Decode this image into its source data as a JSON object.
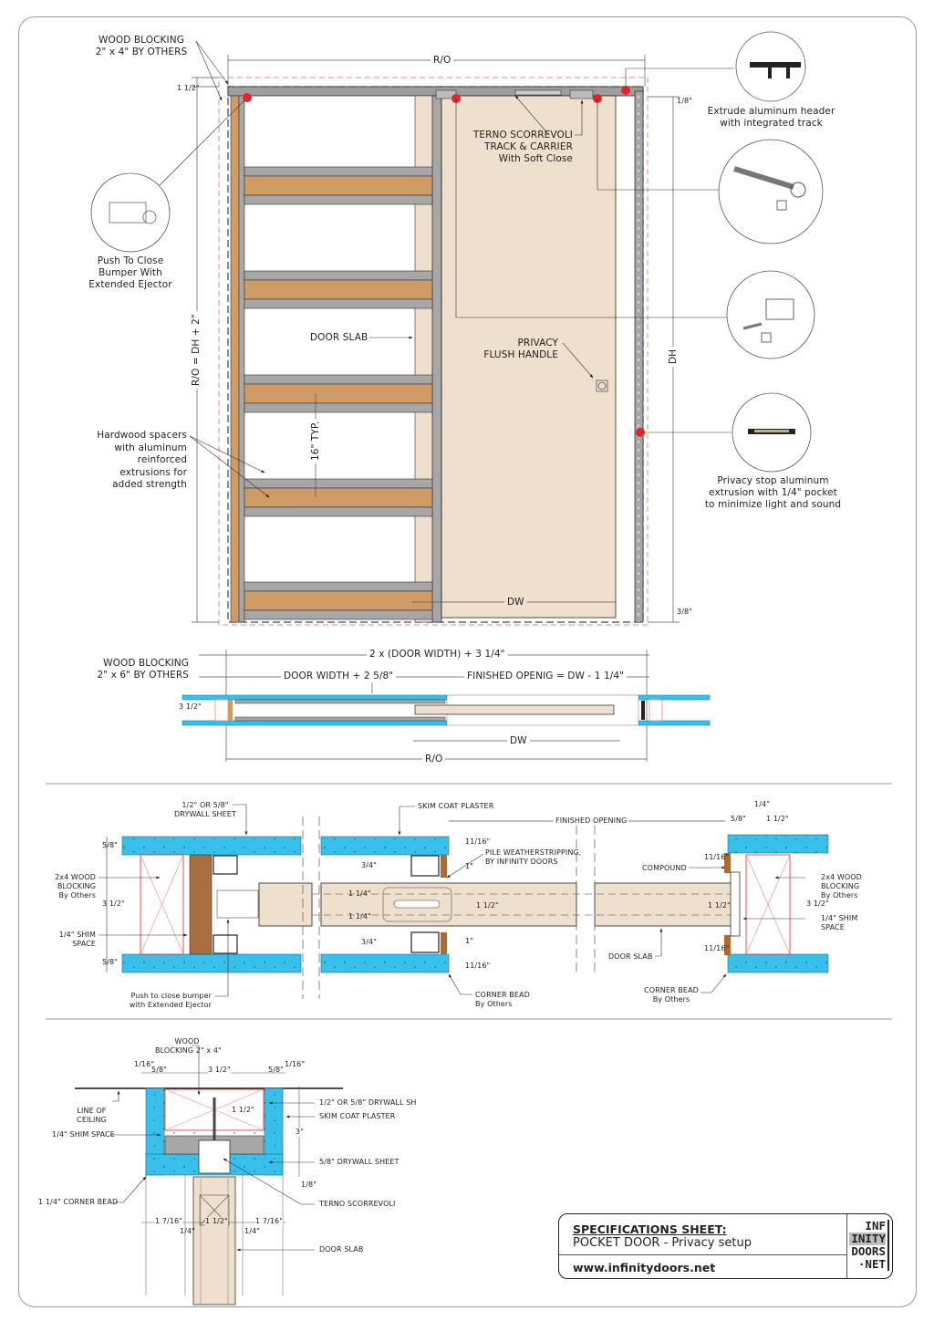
{
  "elevation": {
    "callouts": {
      "wood_blocking_top": [
        "WOOD BLOCKING",
        "2\" x 4\" BY OTHERS"
      ],
      "push_to_close": [
        "Push To Close",
        "Bumper With",
        "Extended Ejector"
      ],
      "terno": [
        "TERNO SCORREVOLI",
        "TRACK & CARRIER",
        "With Soft Close"
      ],
      "header": [
        "Extrude aluminum header",
        "with integrated track"
      ],
      "door_slab": "DOOR SLAB",
      "privacy_handle": [
        "PRIVACY",
        "FLUSH HANDLE"
      ],
      "hardwood": [
        "Hardwood spacers",
        "with aluminum",
        "reinforced",
        "extrusions for",
        "added strength"
      ],
      "privacy_stop": [
        "Privacy stop aluminum",
        "extrusion with 1/4\" pocket",
        "to minimize light and sound"
      ]
    },
    "dimensions": {
      "ro_top": "R/O",
      "ro_height": "R/O = DH + 2\"",
      "dh": "DH",
      "dw": "DW",
      "spacing": "16\" TYP.",
      "top_gap": "1 1/2\"",
      "right_top_gap": "1/8\"",
      "bottom_gap": "3/8\""
    }
  },
  "plan": {
    "callout_blocking": [
      "WOOD BLOCKING",
      "2\" x 6\" BY OTHERS"
    ],
    "dim_total": "2 x (DOOR WIDTH) + 3 1/4\"",
    "dim_pocket": "DOOR WIDTH + 2 5/8\"",
    "dim_finished": "FINISHED OPENIG = DW - 1 1/4\"",
    "dim_wall": "3 1/2\"",
    "dim_dw": "DW",
    "dim_ro": "R/O"
  },
  "jamb_section": {
    "drywall": [
      "1/2\" OR 5/8\"",
      "DRYWALL SHEET"
    ],
    "skim_coat": "SKIM COAT PLASTER",
    "finished_opening": "FINISHED OPENING",
    "blocking_left": [
      "2x4 WOOD",
      "BLOCKING",
      "By Others"
    ],
    "shim_left": [
      "1/4\" SHIM",
      "SPACE"
    ],
    "bumper": [
      "Push to close bumper",
      "with Extended Ejector"
    ],
    "pile": [
      "PILE WEATHERSTRIPPING,",
      "BY INFINITY DOORS"
    ],
    "corner_bead_mid": [
      "CORNER BEAD",
      "By Others"
    ],
    "compound": "COMPOUND",
    "door_slab": "DOOR SLAB",
    "corner_bead_right": [
      "CORNER BEAD",
      "By Others"
    ],
    "blocking_right": [
      "2x4 WOOD",
      "BLOCKING",
      "By Others"
    ],
    "shim_right": [
      "1/4\" SHIM",
      "SPACE"
    ],
    "dims": [
      "5/8\"",
      "3 1/2\"",
      "5/8\"",
      "3/4\"",
      "1 1/4\"",
      "1 1/4\"",
      "3/4\"",
      "11/16\"",
      "1\"",
      "1 1/2\"",
      "1\"",
      "11/16\"",
      "1/4\"",
      "1 1/2\"",
      "5/8\"",
      "11/16\"",
      "11/16\"",
      "1 1/2\"",
      "3 1/2\""
    ]
  },
  "head_section": {
    "wood_blocking": [
      "WOOD",
      "BLOCKING 2\" x 4\""
    ],
    "line_of_ceiling": [
      "LINE OF",
      "CEILING"
    ],
    "shim": "1/4\" SHIM SPACE",
    "corner_bead": "1 1/4\" CORNER BEAD",
    "drywall": "1/2\" OR 5/8\" DRYWALL SH",
    "skim_coat": "SKIM COAT PLASTER",
    "drywall_58": "5/8\" DRYWALL SHEET",
    "terno": "TERNO SCORREVOLI",
    "door_slab": "DOOR SLAB",
    "dims_top": [
      "1/16\"",
      "5/8\"",
      "3 1/2\"",
      "5/8\"",
      "1/16\""
    ],
    "dims_bottom": [
      "1 7/16\"",
      "1/4\"",
      "1 1/2\"",
      "1/4\"",
      "1 7/16\""
    ],
    "dim_right": "3\"",
    "dim_block": "1 1/2\"",
    "dim_gap": "1/8\""
  },
  "title_block": {
    "heading": "SPECIFICATIONS SHEET:",
    "subtitle": "POCKET DOOR - Privacy setup",
    "website": "www.infinitydoors.net",
    "logo_lines": [
      "INF",
      "INITY",
      "DOORS",
      "·NET"
    ]
  },
  "colors": {
    "drywall": "#38c0ea",
    "wood": "#cf9b66",
    "slab": "#efdfcd",
    "aluminum": "#a7a7a7",
    "marker": "#e8232a",
    "ro_dash": "#e88a8a"
  }
}
